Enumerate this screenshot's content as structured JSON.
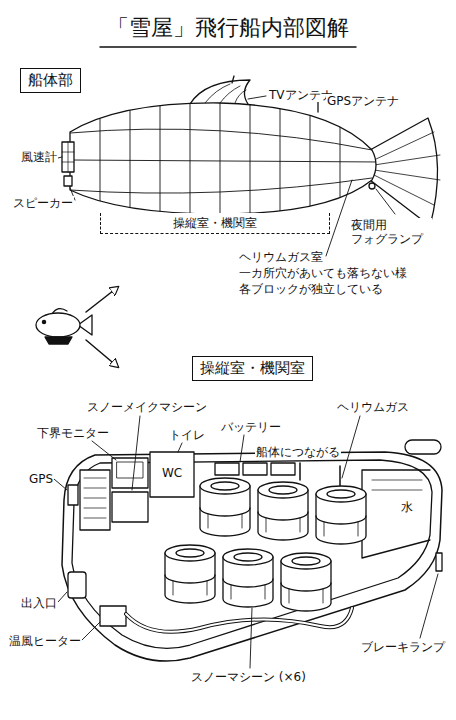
{
  "diagram": {
    "title": "「雪屋」飛行船内部図解",
    "nodes": [
      {
        "text": [
          "船体部"
        ]
      },
      {
        "text": [
          "操縦室・機関室"
        ]
      },
      {
        "text": [
          "操縦室・機関室"
        ]
      }
    ],
    "labels": [
      "TVアンテナ",
      "GPSアンテナ",
      "風速計",
      "スピーカー",
      "ヘリウムガス室",
      "一カ所穴があいても落ちない様",
      "各ブロックが独立している",
      "夜間用 フォグランプ",
      "スノーメイクマシーン",
      "下界モニター",
      "トイレ",
      "バッテリー",
      "ヘリウムガス",
      "船体につながる",
      "GPS",
      "WC",
      "水",
      "出入口",
      "温風ヒーター",
      "スノーマシーン (×6)",
      "ブレーキランプ"
    ]
  }
}
